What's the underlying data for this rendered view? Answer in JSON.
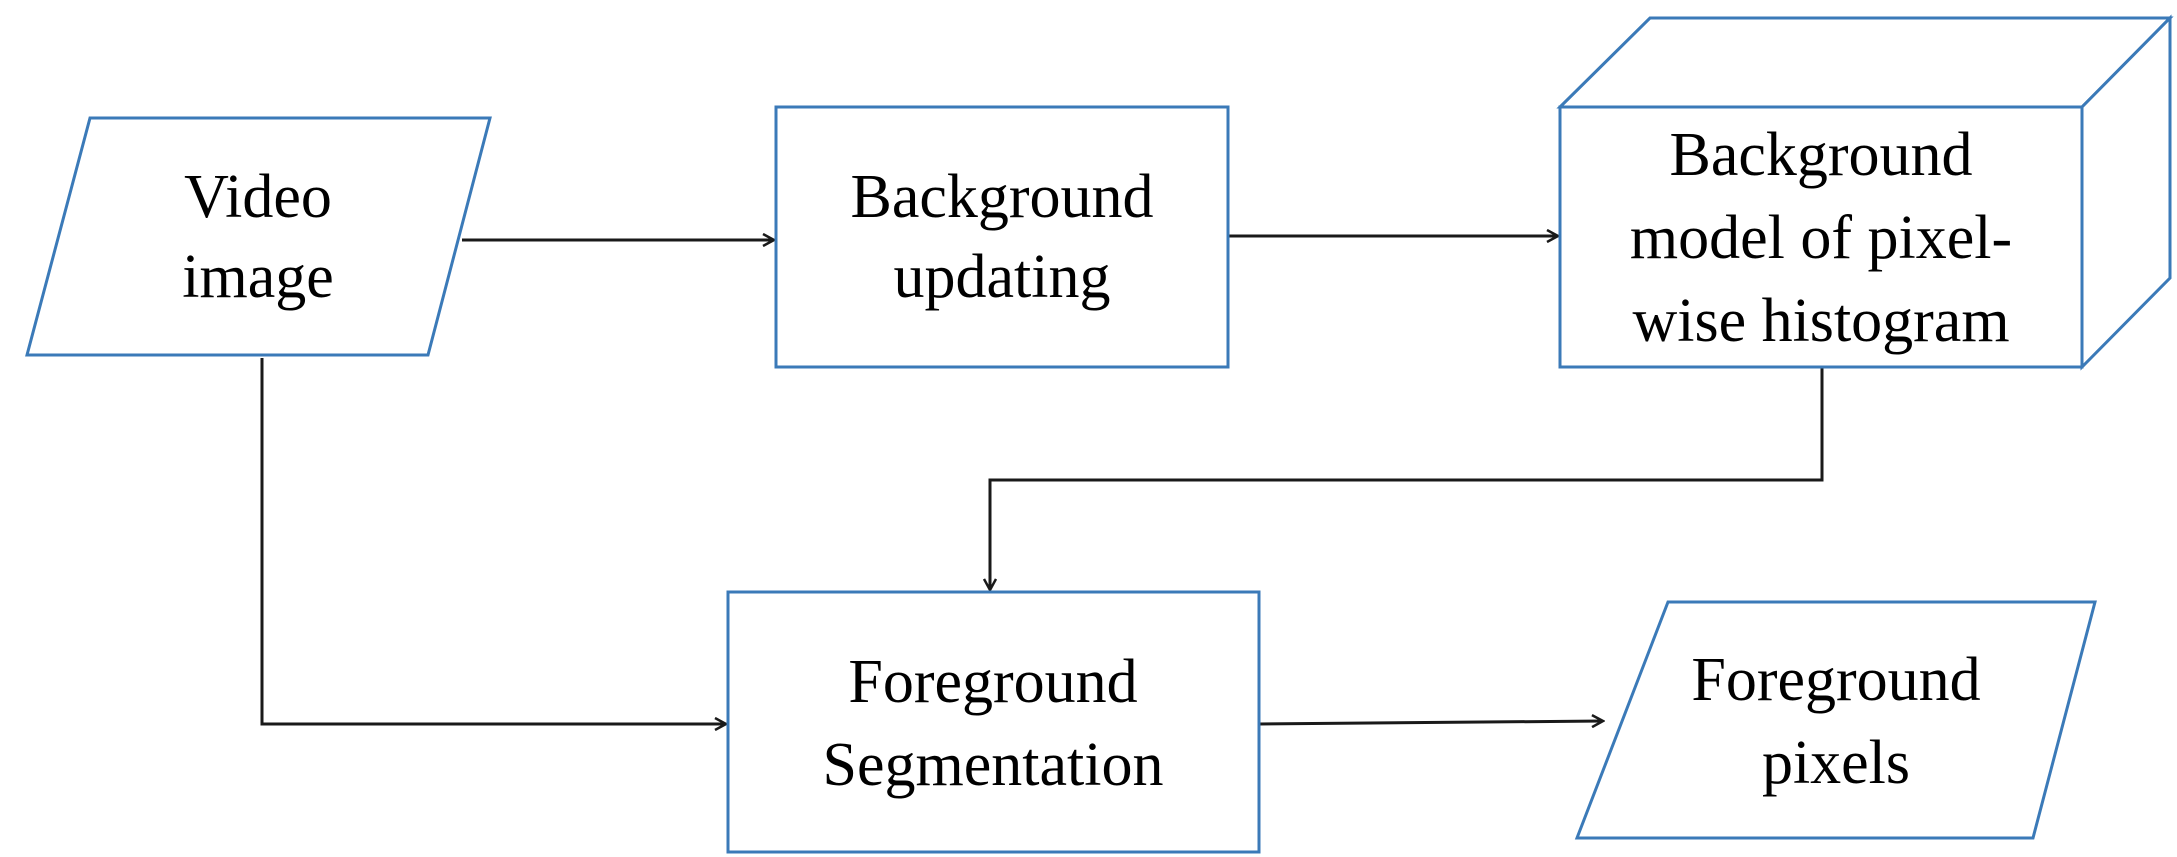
{
  "diagram": {
    "type": "flowchart",
    "colors": {
      "node_border": "#3b7ab8",
      "node_fill": "#ffffff",
      "edge": "#1a1a1a",
      "text": "#000000"
    },
    "nodes": {
      "video_image": {
        "shape": "parallelogram",
        "line1": "Video",
        "line2": "image"
      },
      "background_updating": {
        "shape": "rectangle",
        "line1": "Background",
        "line2": "updating"
      },
      "background_model": {
        "shape": "cube",
        "line1": "Background",
        "line2": "model of pixel-",
        "line3": "wise histogram"
      },
      "foreground_segmentation": {
        "shape": "rectangle",
        "line1": "Foreground",
        "line2": "Segmentation"
      },
      "foreground_pixels": {
        "shape": "parallelogram",
        "line1": "Foreground",
        "line2": "pixels"
      }
    },
    "edges": [
      {
        "from": "video_image",
        "to": "background_updating"
      },
      {
        "from": "background_updating",
        "to": "background_model"
      },
      {
        "from": "background_model",
        "to": "foreground_segmentation"
      },
      {
        "from": "video_image",
        "to": "foreground_segmentation"
      },
      {
        "from": "foreground_segmentation",
        "to": "foreground_pixels"
      }
    ]
  }
}
